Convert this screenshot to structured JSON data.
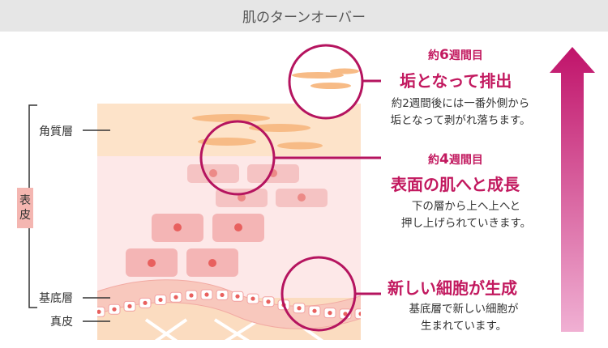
{
  "header": {
    "title": "肌のターンオーバー"
  },
  "layers": {
    "stratum_corneum": "角質層",
    "epidermis_chars": [
      "表",
      "皮"
    ],
    "basal_layer": "基底層",
    "dermis": "真皮"
  },
  "steps": [
    {
      "week_prefix": "約",
      "week_num": "6",
      "week_suffix": "週間目",
      "title": "垢となって排出",
      "desc": [
        "約2週間後には一番外側から",
        "垢となって剥がれ落ちます。"
      ]
    },
    {
      "week_prefix": "約",
      "week_num": "4",
      "week_suffix": "週間目",
      "title": "表面の肌へと成長",
      "desc": [
        "下の層から上へ上へと",
        "押し上げられていきます。"
      ]
    },
    {
      "title": "新しい細胞が生成",
      "desc": [
        "基底層で新しい細胞が",
        "生まれています。"
      ]
    }
  ],
  "colors": {
    "accent": "#c2195f",
    "arrow_top": "#c0136a",
    "arrow_bottom": "#f0b0d3",
    "corneum": "#fde3c9",
    "epidermis": "#fde8e8",
    "cell": "#f5b5b5",
    "nucleus": "#e8605e",
    "basal_band": "#f8c8bd",
    "dermis": "#fbdcc0"
  }
}
